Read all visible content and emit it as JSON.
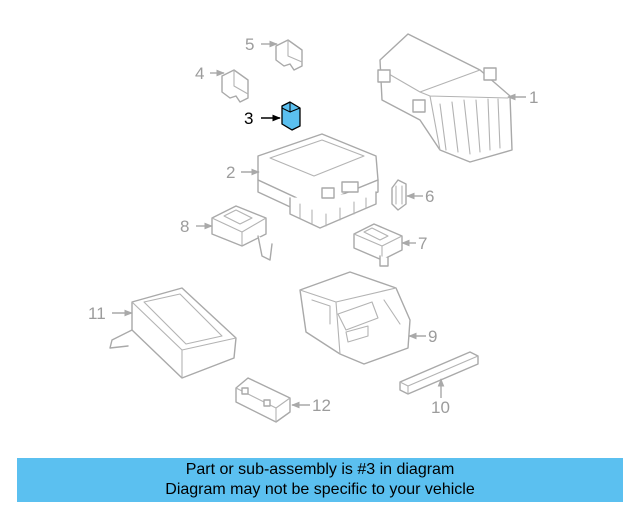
{
  "callouts": {
    "c1": "1",
    "c2": "2",
    "c3": "3",
    "c4": "4",
    "c5": "5",
    "c6": "6",
    "c7": "7",
    "c8": "8",
    "c9": "9",
    "c10": "10",
    "c11": "11",
    "c12": "12"
  },
  "highlighted_part": "3",
  "colors": {
    "highlight": "#5bc0f0",
    "line": "#a9a9a9",
    "label": "#9c9c9c"
  },
  "banner": {
    "line1": "Part or sub-assembly is #3 in diagram",
    "line2": "Diagram may not be specific to your vehicle"
  }
}
